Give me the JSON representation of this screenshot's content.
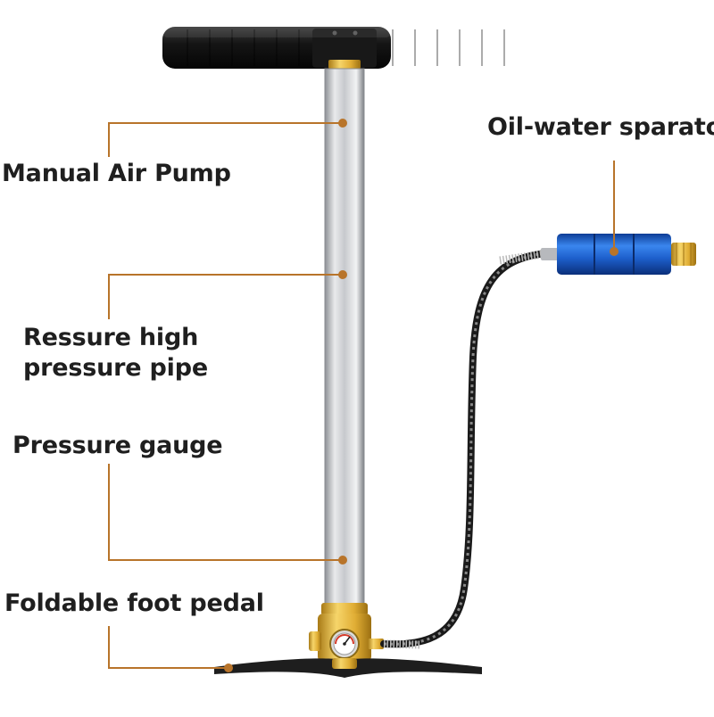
{
  "labels": {
    "manual_air_pump": "Manual Air Pump",
    "pipe_line1": "Ressure high",
    "pipe_line2": "pressure pipe",
    "pressure_gauge": "Pressure gauge",
    "foot_pedal": "Foldable foot pedal",
    "separator": "Oil-water sparator"
  },
  "colors": {
    "callout": "#b8742a",
    "handle": "#1a1a1a",
    "pipe": "#c4c6ca",
    "brass": "#e2b43a",
    "separator_body": "#1c5fc8",
    "pedal": "#1e1e1e",
    "text": "#1f1f1f"
  }
}
